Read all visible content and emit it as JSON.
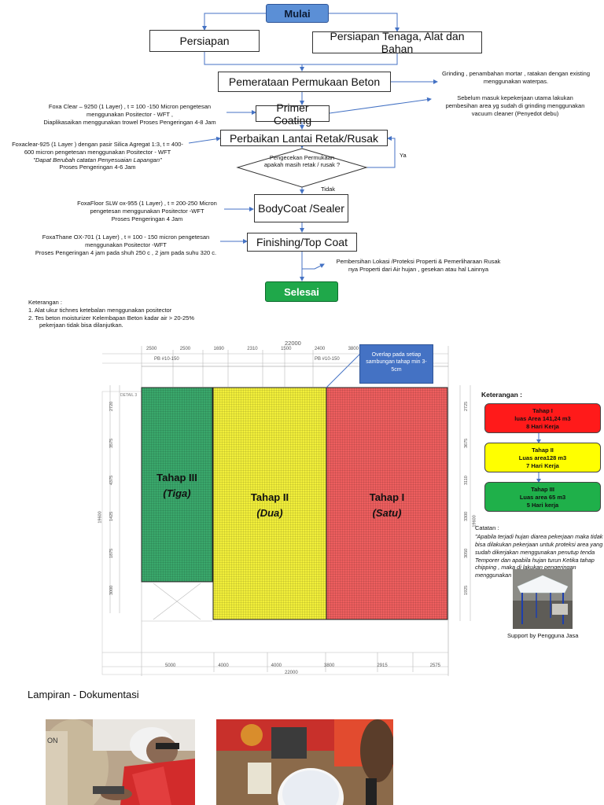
{
  "flow": {
    "start": "Mulai",
    "persiapan": "Persiapan",
    "persiapan_tenaga": "Persiapan Tenaga, Alat dan Bahan",
    "perataan": "Pemerataan Permukaan Beton",
    "primer": "Primer Coating",
    "perbaikan": "Perbaikan Lantai Retak/Rusak",
    "decision": "Pengecekan Permukaan apakah masih retak / rusak ?",
    "yes": "Ya",
    "no": "Tidak",
    "bodycoat": "BodyCoat /Sealer",
    "finishing": "Finishing/Top Coat",
    "end": "Selesai"
  },
  "notes": {
    "grinding": "Grinding , penambahan mortar , ratakan dengan existing menggunakan waterpas.",
    "vacuum": "Sebelum masuk kepekerjaan utama lakukan pembesihan area yg sudah di grinding menggunakan vacuum cleaner (Penyedot debu)",
    "primer_1": "Foxa Clear – 9250 (1 Layer) , t = 100 -150 Micron pengetesan",
    "primer_2": "menggunakan Positector - WFT ,",
    "primer_3": "Diaplikasaikan menggunakan trowel Proses Pengeringan 4-8 Jam",
    "perbaikan_1": "Foxaclear-925 (1 Layer ) dengan pasir Silica Agregat 1:3, t = 400-",
    "perbaikan_2": "600 micron pengetesan menggunakan Positector - WFT",
    "perbaikan_3": "\"Dapat Berubah catatan Penyesuaian Lapangan\"",
    "perbaikan_4": "Proses Pengeringan 4-6 Jam",
    "body_1": "FoxaFloor SLW ox-955 (1 Layer) , t = 200-250 Micron",
    "body_2": "pengetesan menggunakan Positector -WFT",
    "body_3": "Proses Pengeringan 4 Jam",
    "finish_1": "FoxaThane OX-701 (1 Layer) , t = 100 - 150 micron pengetesan",
    "finish_2": "menggunakan Positector -WFT",
    "finish_3": "Proses Pengeringan 4 jam pada shuh 250 c , 2 jam pada suhu 320 c.",
    "cleanup_1": "Pembersihan Lokasi /Proteksi Properti & Pemerliharaan Rusak",
    "cleanup_2": "nya Properti  dari Air hujan , gesekan atau hal Lainnya"
  },
  "keterangan": {
    "title": "Keterangan :",
    "item1": "1.   Alat ukur tichnes ketebalan menggunakan positector",
    "item2": "2.   Tes beton moisturizer Kelembapan Beton kadar air > 20-25%",
    "item2b": "pekerjaan tidak bisa dilanjutkan."
  },
  "plan": {
    "overlap_note": "Overlap pada setiap sambungan tahap min 3-5cm",
    "top_total": "22000",
    "top_dims": [
      "2500",
      "2500",
      "1690",
      "2310",
      "1500",
      "2400",
      "3800"
    ],
    "bottom_dims": [
      "5000",
      "4000",
      "4000",
      "3800",
      "2915",
      "2575"
    ],
    "bottom_total": "22000",
    "top_axis_left": "PB #10-150",
    "top_axis_right": "PB #10-150",
    "left_total": "19600",
    "left_dims": [
      "2720",
      "3575",
      "4375",
      "1425",
      "1875",
      "3000"
    ],
    "right_total": "19600",
    "right_dims": [
      "2725",
      "3675",
      "3110",
      "3300",
      "3050",
      "1925"
    ],
    "detail_label": "DETAIL 3",
    "stages": [
      {
        "name": "Tahap III",
        "sub": "(Tiga)"
      },
      {
        "name": "Tahap II",
        "sub": "(Dua)"
      },
      {
        "name": "Tahap I",
        "sub": "(Satu)"
      }
    ]
  },
  "legend": {
    "title": "Keterangan :",
    "items": [
      {
        "l1": "Tahap I",
        "l2": "luas Area 141,24 m3",
        "l3": "8 Hari Kerja",
        "color": "#ff1a1a"
      },
      {
        "l1": "Tahap II",
        "l2": "Luas area128 m3",
        "l3": "7 Hari Kerja",
        "color": "#ffff00"
      },
      {
        "l1": "Tahap III",
        "l2": "Luas area 65 m3",
        "l3": "5 Hari kerja",
        "color": "#1fb04a"
      }
    ],
    "catatan_title": "Catatan :",
    "catatan": "\"Apabila terjadi hujan  diarea pekerjaan maka tidak bisa dilakukan pekerjaan untuk proteksi area yang sudah dikerjakan menggunakan penutup tenda Temporer dan apabila hujan turun Ketika tahap chipping , maka di lakukan pengeringan menggunakan exhaustfan\"",
    "support": "Support by Pengguna Jasa"
  },
  "lampiran": {
    "title": "Lampiran - Dokumentasi"
  },
  "colors": {
    "red": "#ee4d4d",
    "yellow": "#f2ef3a",
    "green": "#3aa86b",
    "blue_box": "#4472c4"
  }
}
